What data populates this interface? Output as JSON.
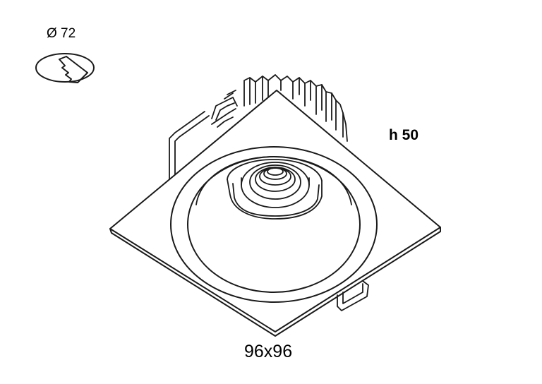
{
  "labels": {
    "cutout": "Ø 72",
    "height": "h 50",
    "size": "96x96"
  },
  "colors": {
    "line": "#1a1a1a",
    "background": "#ffffff"
  },
  "icons": {
    "cutout": "ceiling-cutout-saw-icon"
  }
}
